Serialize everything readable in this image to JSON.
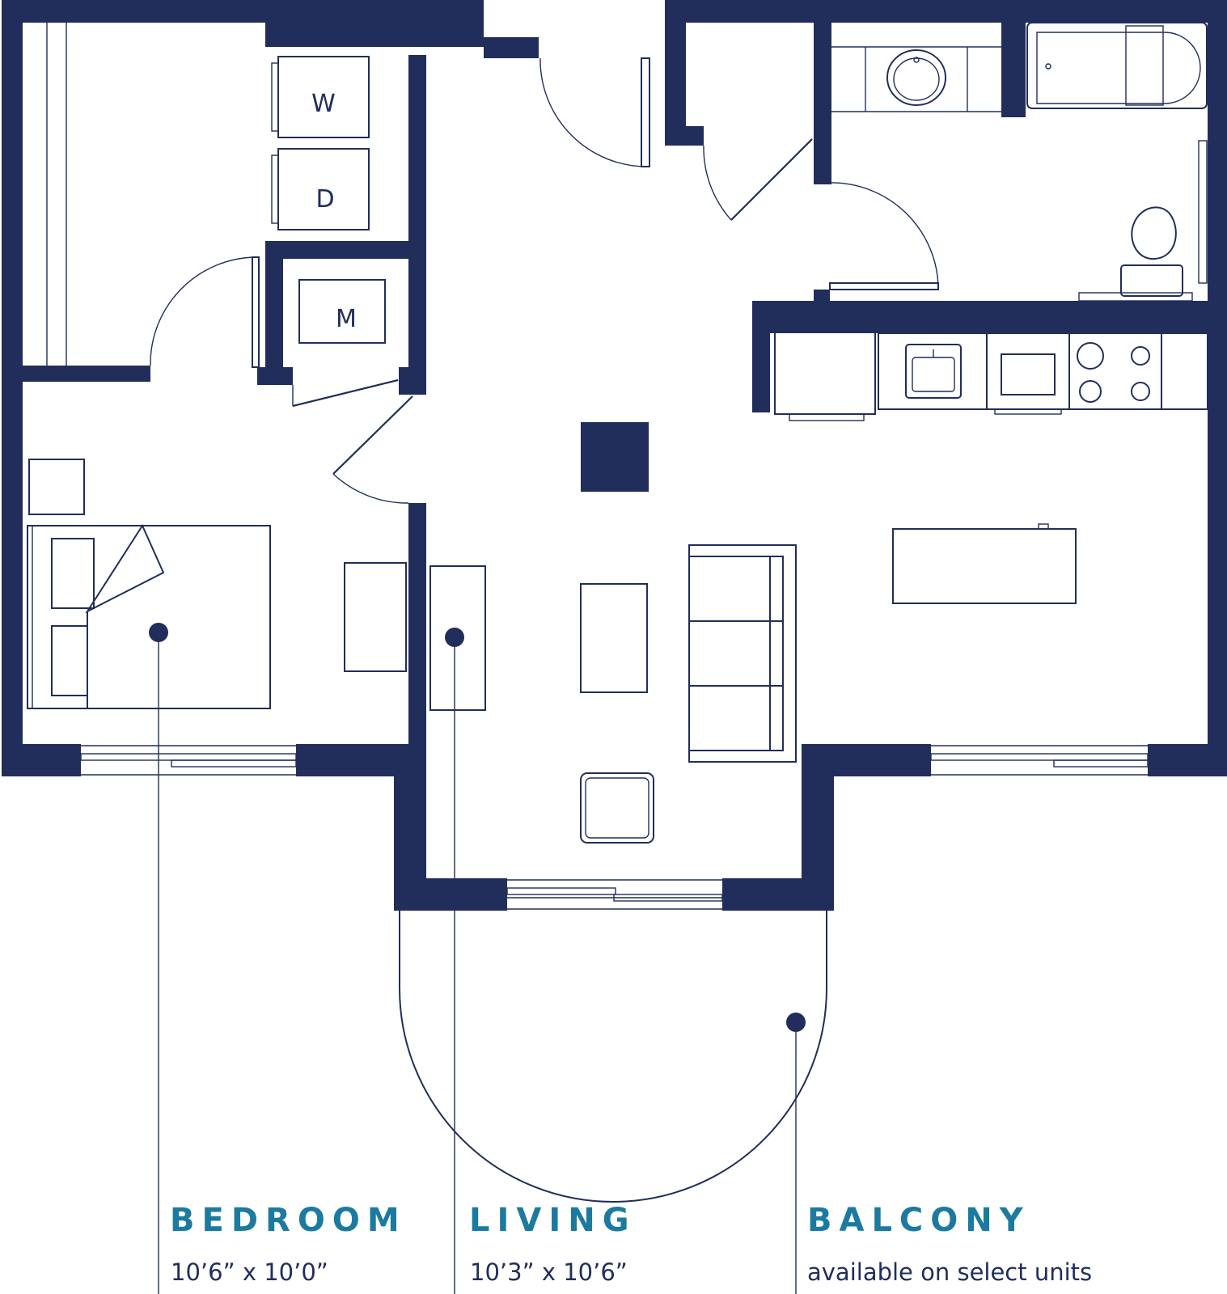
{
  "fixtures": {
    "washer": "W",
    "dryer": "D",
    "mechanical": "M"
  },
  "rooms": [
    {
      "name": "BEDROOM",
      "detail": "10’6” x 10’0”"
    },
    {
      "name": "LIVING",
      "detail": "10’3” x 10’6”"
    },
    {
      "name": "BALCONY",
      "detail": "available on select units"
    }
  ],
  "colors": {
    "wall": "#212e5b",
    "room_name": "#1c7aa0"
  }
}
